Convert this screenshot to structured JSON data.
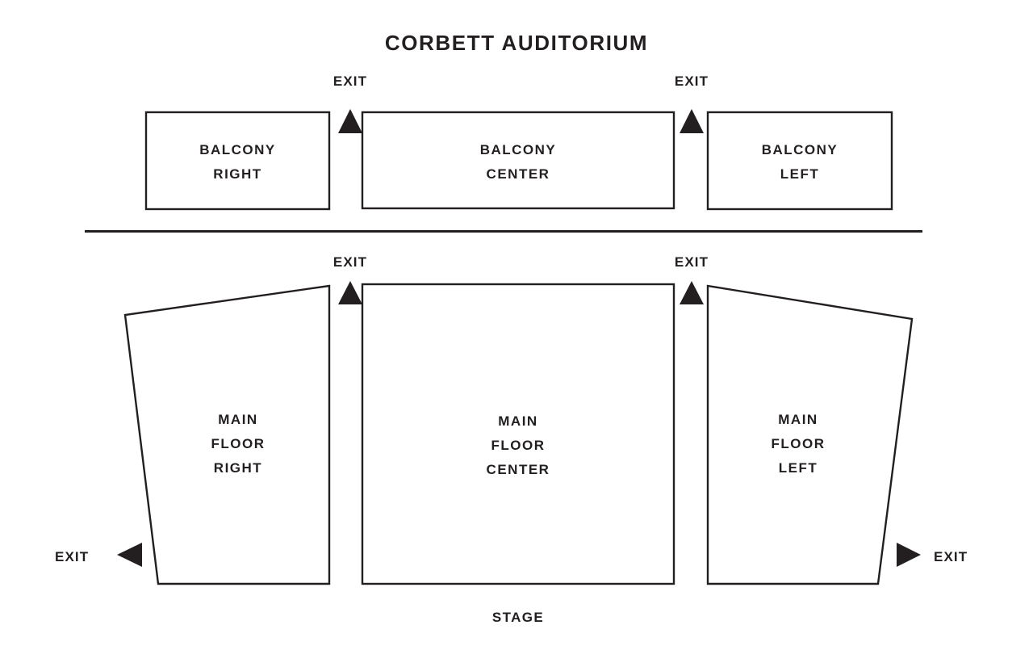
{
  "page": {
    "title": "CORBETT AUDITORIUM",
    "background_color": "#ffffff",
    "ink_color": "#231f20"
  },
  "diagram": {
    "type": "seating-chart",
    "stage_label": "STAGE",
    "levels": [
      {
        "name": "balcony",
        "sections": [
          {
            "id": "balcony-right",
            "line1": "BALCONY",
            "line2": "RIGHT",
            "line3": ""
          },
          {
            "id": "balcony-center",
            "line1": "BALCONY",
            "line2": "CENTER",
            "line3": ""
          },
          {
            "id": "balcony-left",
            "line1": "BALCONY",
            "line2": "LEFT",
            "line3": ""
          }
        ]
      },
      {
        "name": "main-floor",
        "sections": [
          {
            "id": "main-floor-right",
            "line1": "MAIN",
            "line2": "FLOOR",
            "line3": "RIGHT"
          },
          {
            "id": "main-floor-center",
            "line1": "MAIN",
            "line2": "FLOOR",
            "line3": "CENTER"
          },
          {
            "id": "main-floor-left",
            "line1": "MAIN",
            "line2": "FLOOR",
            "line3": "LEFT"
          }
        ]
      }
    ],
    "exits": [
      {
        "id": "balcony-exit-right",
        "label": "EXIT",
        "direction": "up"
      },
      {
        "id": "balcony-exit-left",
        "label": "EXIT",
        "direction": "up"
      },
      {
        "id": "main-floor-exit-right",
        "label": "EXIT",
        "direction": "up"
      },
      {
        "id": "main-floor-exit-left",
        "label": "EXIT",
        "direction": "up"
      },
      {
        "id": "side-exit-right",
        "label": "EXIT",
        "direction": "left"
      },
      {
        "id": "side-exit-left",
        "label": "EXIT",
        "direction": "right"
      }
    ]
  }
}
